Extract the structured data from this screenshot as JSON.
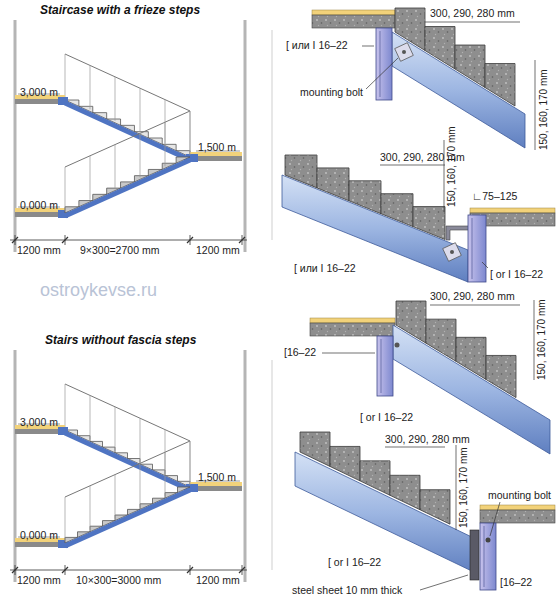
{
  "diagram": {
    "labels": [
      "Staircase with a frieze steps",
      "3,000 m",
      "1,500 m",
      "0,000 m",
      "1200 mm",
      "9×300=2700 mm",
      "1200 mm",
      "300, 290, 280 mm",
      "[ или I 16–22",
      "mounting bolt",
      "150, 160, 170 mm",
      "300, 290, 280 mm",
      "150, 160, 170 mm",
      "∟75–125",
      "[ или I 16–22",
      "[ or I 16–22",
      "ostroykevse.ru",
      "Stairs without fascia steps",
      "3,000 m",
      "1,500 m",
      "0,000 m",
      "1200 mm",
      "10×300=3000 mm",
      "1200 mm",
      "300, 290, 280 mm",
      "150, 160, 170 mm",
      "[16–22",
      "[ or I 16–22",
      "300, 290, 280 mm",
      "150, 160, 170 mm",
      "mounting bolt",
      "[ or I 16–22",
      "steel sheet 10 mm thick",
      "[16–22"
    ]
  }
}
